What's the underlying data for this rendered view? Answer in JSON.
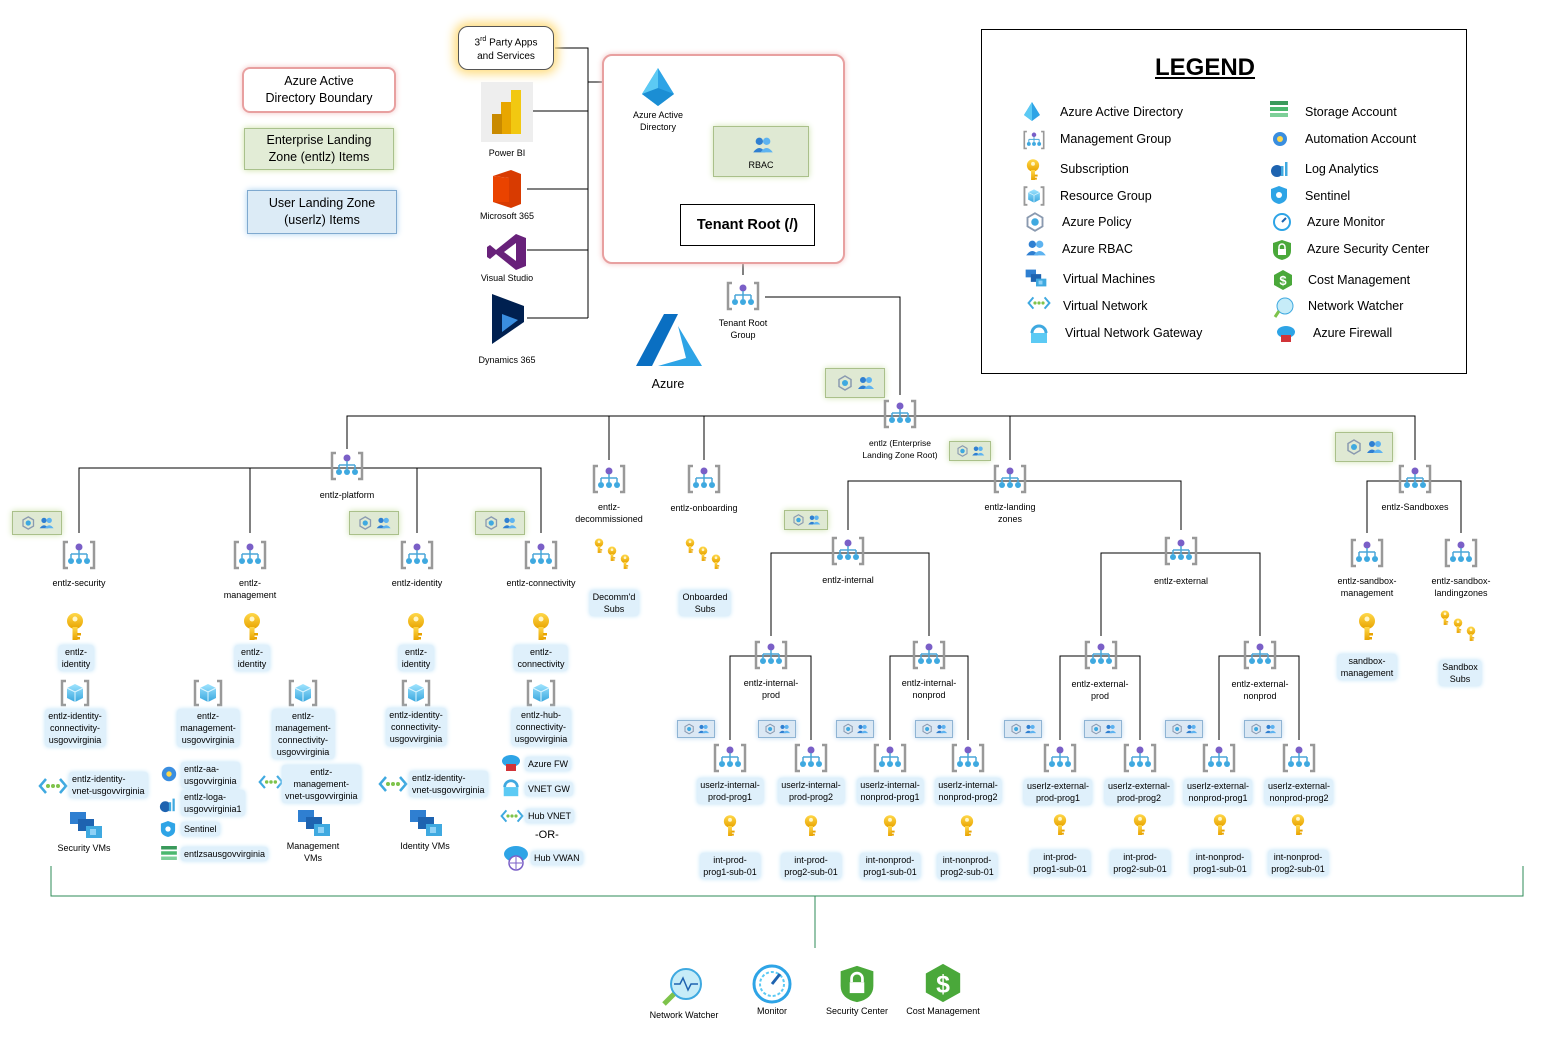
{
  "boundaries": {
    "aad": "Azure Active\nDirectory Boundary",
    "entlz": "Enterprise Landing\nZone (entlz) Items",
    "userlz": "User Landing Zone\n(userlz) Items"
  },
  "apps": {
    "third_party_sup": "rd",
    "third_party_pre": "3",
    "third_party_post": " Party Apps\nand Services",
    "power_bi": "Power BI",
    "m365": "Microsoft 365",
    "visual_studio": "Visual Studio",
    "dynamics": "Dynamics 365"
  },
  "tenant": {
    "aad": "Azure Active\nDirectory",
    "rbac": "RBAC",
    "root": "Tenant Root (/)",
    "root_group": "Tenant Root\nGroup",
    "azure": "Azure"
  },
  "legend": {
    "title": "LEGEND",
    "left": [
      "Azure Active Directory",
      "Management Group",
      "Subscription",
      "Resource Group",
      "Azure Policy",
      "Azure RBAC",
      "Virtual Machines",
      "Virtual Network",
      "Virtual Network Gateway"
    ],
    "right": [
      "Storage Account",
      "Automation Account",
      "Log Analytics",
      "Sentinel",
      "Azure Monitor",
      "Azure Security Center",
      "Cost Management",
      "Network Watcher",
      "Azure Firewall"
    ]
  },
  "mg": {
    "entlz_root": "entlz (Enterprise\nLanding Zone Root)",
    "platform": "entlz-platform",
    "decommissioned": "entlz-\ndecommissioned",
    "onboarding": "entlz-onboarding",
    "landing": "entlz-landing\nzones",
    "sandboxes": "entlz-Sandboxes",
    "security": "entlz-security",
    "management": "entlz-\nmanagement",
    "identity": "entlz-identity",
    "connectivity": "entlz-connectivity",
    "internal": "entlz-internal",
    "external": "entlz-external",
    "sandbox_mgmt": "entlz-sandbox-\nmanagement",
    "sandbox_lz": "entlz-sandbox-\nlandingzones",
    "internal_prod": "entlz-internal-\nprod",
    "internal_nonprod": "entlz-internal-\nnonprod",
    "external_prod": "entlz-external-\nprod",
    "external_nonprod": "entlz-external-\nnonprod",
    "u1": "userlz-internal-\nprod-prog1",
    "u2": "userlz-internal-\nprod-prog2",
    "u3": "userlz-internal-\nnonprod-prog1",
    "u4": "userlz-internal-\nnonprod-prog2",
    "u5": "userlz-external-\nprod-prog1",
    "u6": "userlz-external-\nprod-prog2",
    "u7": "userlz-external-\nnonprod-prog1",
    "u8": "userlz-external-\nnonprod-prog2"
  },
  "subs": {
    "decomm": "Decomm'd\nSubs",
    "onboarded": "Onboarded\nSubs",
    "sec_identity": "entlz-\nidentity",
    "mgmt_identity": "entlz-\nidentity",
    "id_identity": "entlz-\nidentity",
    "conn": "entlz-\nconnectivity",
    "sandbox_mgmt": "sandbox-\nmanagement",
    "sandbox": "Sandbox\nSubs",
    "s1": "int-prod-\nprog1-sub-01",
    "s2": "int-prod-\nprog2-sub-01",
    "s3": "int-nonprod-\nprog1-sub-01",
    "s4": "int-nonprod-\nprog2-sub-01",
    "s5": "int-prod-\nprog1-sub-01",
    "s6": "int-prod-\nprog2-sub-01",
    "s7": "int-nonprod-\nprog1-sub-01",
    "s8": "int-nonprod-\nprog2-sub-01"
  },
  "resources": {
    "rg_sec": "entlz-identity-\nconnectivity-\nusgovvirginia",
    "rg_mgmt": "entlz-\nmanagement-\nusgovvirginia",
    "rg_mgmt_conn": "entlz-\nmanagement-\nconnectivity-\nusgovvirginia",
    "rg_id": "entlz-identity-\nconnectivity-\nusgovvirginia",
    "rg_hub": "entlz-hub-\nconnectivity-\nusgovvirginia",
    "vnet_sec": "entlz-identity-\nvnet-usgovvirginia",
    "vnet_mgmt": "entlz-\nmanagement-\nvnet-usgovvirginia",
    "vnet_id": "entlz-identity-\nvnet-usgovvirginia",
    "aa": "entlz-aa-\nusgovvirginia",
    "loga": "entlz-loga-\nusgovvirginia1",
    "sentinel": "Sentinel",
    "storage": "entlzsausgovvirginia",
    "sec_vms": "Security VMs",
    "mgmt_vms": "Management\nVMs",
    "id_vms": "Identity VMs",
    "fw": "Azure FW",
    "vnetgw": "VNET GW",
    "hubvnet": "Hub VNET",
    "or": "-OR-",
    "vwan": "Hub VWAN"
  },
  "shared": {
    "network_watcher": "Network Watcher",
    "monitor": "Monitor",
    "security_center": "Security Center",
    "cost": "Cost Management"
  }
}
